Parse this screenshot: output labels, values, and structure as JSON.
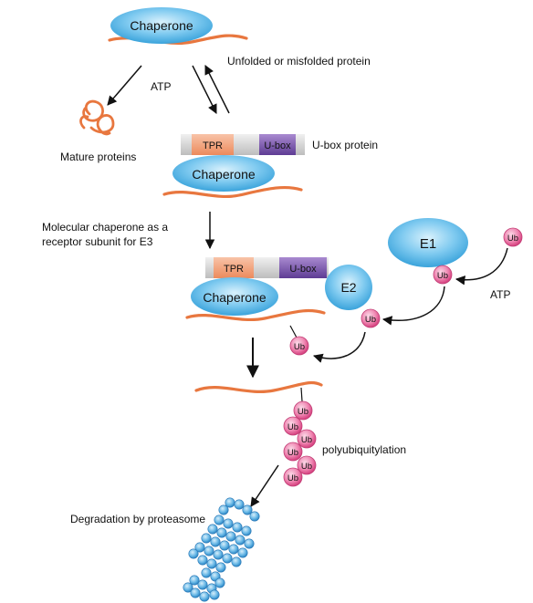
{
  "chaperone": {
    "label": "Chaperone"
  },
  "steps": {
    "unfolded": "Unfolded or misfolded protein",
    "atp_fold": "ATP",
    "mature": "Mature proteins",
    "ubox_protein": "U-box protein",
    "receptor_line1": "Molecular chaperone as a",
    "receptor_line2": "receptor subunit for E3",
    "atp_e1": "ATP",
    "polyubiquitylation": "polyubiquitylation",
    "degradation": "Degradation by proteasome"
  },
  "domains": {
    "tpr": "TPR",
    "ubox": "U-box"
  },
  "enzymes": {
    "e1": "E1",
    "e2": "E2",
    "ub": "Ub"
  },
  "colors": {
    "chaperone_fill": "#5cb8e6",
    "protein_strand": "#e8773f",
    "tpr_domain": "#f09a72",
    "ubox_domain": "#7a56a8",
    "ubiquitin": "#e0508a",
    "proteasome": "#3f9ad4"
  }
}
